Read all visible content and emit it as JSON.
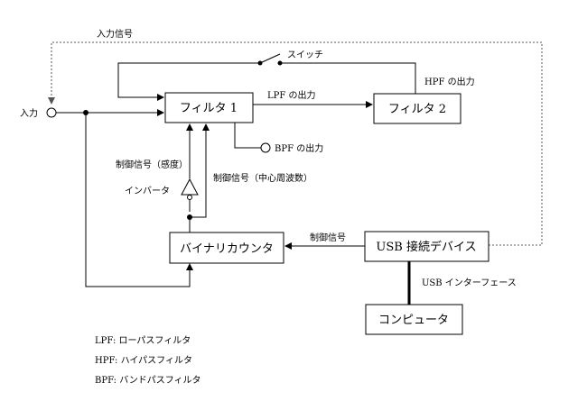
{
  "blocks": {
    "filter1": "フィルタ 1",
    "filter2": "フィルタ 2",
    "binary_counter": "バイナリカウンタ",
    "usb_device": "USB 接続デバイス",
    "computer": "コンピュータ"
  },
  "labels": {
    "input_signal": "入力信号",
    "input": "入力",
    "switch": "スイッチ",
    "hpf_output": "HPF の出力",
    "lpf_output": "LPF の出力",
    "bpf_output": "BPF の出力",
    "control_sensitivity": "制御信号（感度）",
    "control_center_freq": "制御信号（中心周波数）",
    "inverter": "インバータ",
    "control_signal": "制御信号",
    "usb_interface": "USB インターフェース"
  },
  "legend": [
    "LPF: ローパスフィルタ",
    "HPF: ハイパスフィルタ",
    "BPF: バンドパスフィルタ"
  ]
}
